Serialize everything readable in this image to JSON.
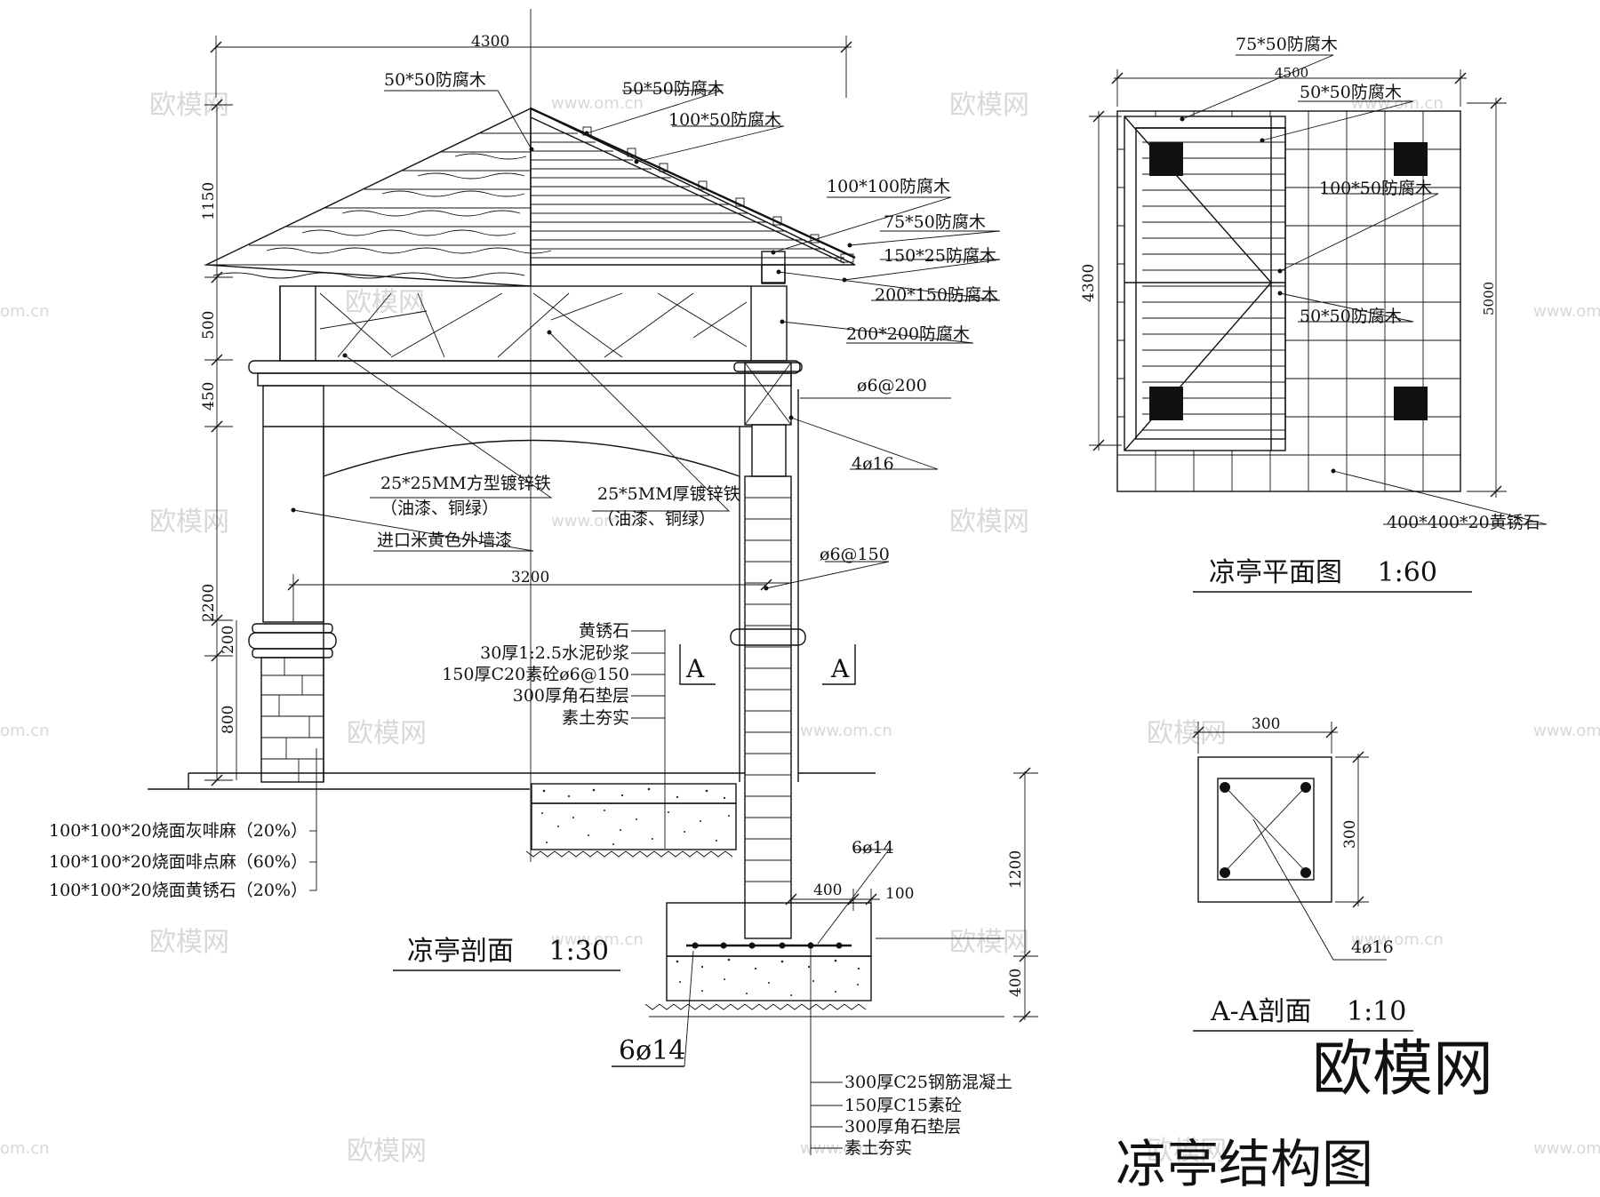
{
  "section": {
    "title": "凉亭剖面",
    "scale": "1:30",
    "dims": {
      "total_width": "4300",
      "roof_height": "1150",
      "frieze_height": "500",
      "beam_height": "450",
      "column_height": "2200",
      "base_ring": "200",
      "pedestal": "800",
      "span": "3200",
      "footing_depth": "1200",
      "footing_thick": "400",
      "footing_step": "400",
      "footing_edge": "100"
    },
    "callouts": {
      "timber_50x50_a": "50*50防腐木",
      "timber_50x50_b": "50*50防腐木",
      "timber_100x50": "100*50防腐木",
      "timber_100x100": "100*100防腐木",
      "timber_75x50": "75*50防腐木",
      "timber_150x25": "150*25防腐木",
      "timber_200x150": "200*150防腐木",
      "timber_200x200": "200*200防腐木",
      "stirrup_top": "ø6@200",
      "main_bar": "4ø16",
      "stirrup_column": "ø6@150",
      "footing_bar": "6ø14",
      "footing_bar_bottom": "6ø14",
      "iron_square_1": "25*25MM方型镀锌铁",
      "iron_square_2": "（油漆、铜绿）",
      "iron_flat_1": "25*5MM厚镀锌铁",
      "iron_flat_2": "（油漆、铜绿）",
      "wall_paint": "进口米黄色外墙漆"
    },
    "floor_layers": [
      "黄锈石",
      "30厚1:2.5水泥砂浆",
      "150厚C20素砼ø6@150",
      "300厚角石垫层",
      "素土夯实"
    ],
    "footing_layers": [
      "300厚C25钢筋混凝土",
      "150厚C15素砼",
      "300厚角石垫层",
      "素土夯实"
    ],
    "pedestal_finish": [
      "100*100*20烧面灰啡麻（20%）",
      "100*100*20烧面啡点麻（60%）",
      "100*100*20烧面黄锈石（20%）"
    ],
    "cut_mark": "A"
  },
  "plan": {
    "title": "凉亭平面图",
    "scale": "1:60",
    "dims": {
      "width": "4500",
      "depth": "4300",
      "overall": "5000"
    },
    "callouts": [
      "75*50防腐木",
      "50*50防腐木",
      "100*50防腐木",
      "50*50防腐木",
      "400*400*20黄锈石"
    ]
  },
  "aa_section": {
    "title": "A-A剖面",
    "scale": "1:10",
    "dims": {
      "width": "300",
      "height": "300"
    },
    "bars": "4ø16"
  },
  "main_title": "凉亭结构图",
  "brand": "欧模网",
  "watermark": {
    "text": "欧模网",
    "url": "www.om.cn",
    "url_short": "om.cn"
  }
}
